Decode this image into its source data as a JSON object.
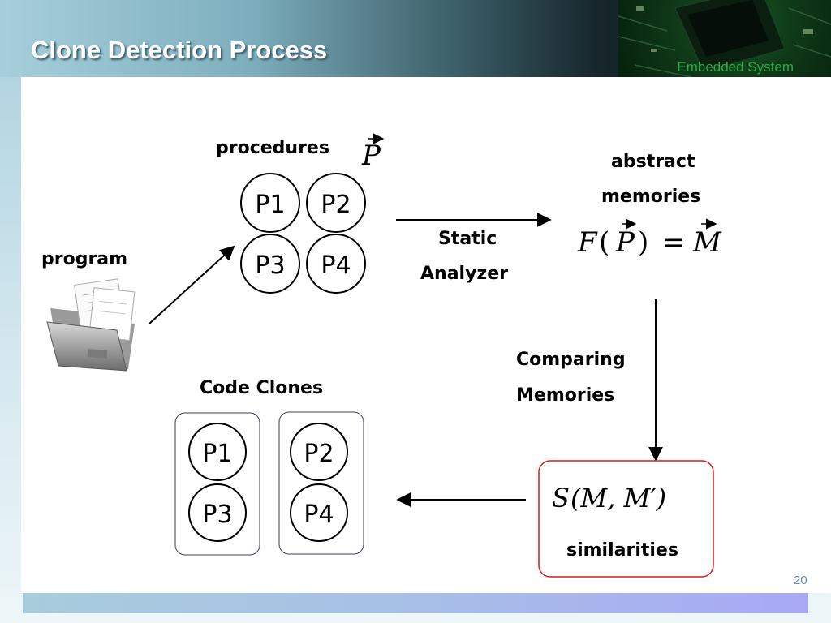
{
  "slide": {
    "title": "Clone Detection Process",
    "corner_label": "Embedded System",
    "page_number": "20"
  },
  "labels": {
    "procedures": "procedures",
    "procedures_symbol": "P",
    "program": "program",
    "static_analyzer_1": "Static",
    "static_analyzer_2": "Analyzer",
    "abstract_memories_1": "abstract",
    "abstract_memories_2": "memories",
    "comparing_memories_1": "Comparing",
    "comparing_memories_2": "Memories",
    "code_clones": "Code Clones",
    "similarities": "similarities"
  },
  "formulas": {
    "fp_F": "F",
    "fp_open": "(",
    "fp_P": "P",
    "fp_close": ")",
    "fp_eq": "=",
    "fp_M": "M",
    "s_S": "S",
    "s_args": "(M, M′)"
  },
  "procedure_nodes": [
    "P1",
    "P2",
    "P3",
    "P4"
  ],
  "clone_groups": [
    [
      "P1",
      "P3"
    ],
    [
      "P2",
      "P4"
    ]
  ],
  "colors": {
    "similarity_box_border": "#d81b1b",
    "clone_box_border": "#3a3f66",
    "page_number": "#6a8aa8"
  }
}
